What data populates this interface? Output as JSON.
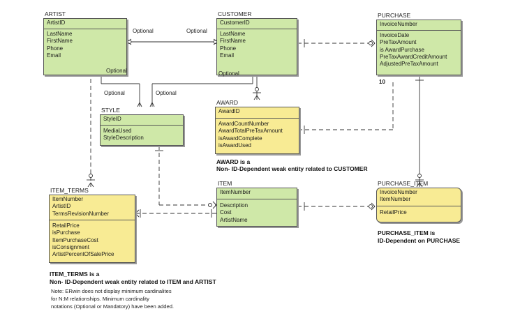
{
  "entities": {
    "artist": {
      "title": "ARTIST",
      "keys": [
        "ArtistID"
      ],
      "attrs": [
        "LastName",
        "FirstName",
        "Phone",
        "Email"
      ],
      "color": "#cfe8a8"
    },
    "customer": {
      "title": "CUSTOMER",
      "keys": [
        "CustomerID"
      ],
      "attrs": [
        "LastName",
        "FirstName",
        "Phone",
        "Email"
      ],
      "color": "#cfe8a8"
    },
    "purchase": {
      "title": "PURCHASE",
      "keys": [
        "InvoiceNumber"
      ],
      "attrs": [
        "InvoiceDate",
        "PreTaxAmount",
        "is AwardPurchase",
        "PreTaxAwardCreditAmount",
        "AdjustedPreTaxAmount"
      ],
      "color": "#cfe8a8"
    },
    "style": {
      "title": "STYLE",
      "keys": [
        "StyleID"
      ],
      "attrs": [
        "MediaUsed",
        "StyleDescription"
      ],
      "color": "#cfe8a8"
    },
    "award": {
      "title": "AWARD",
      "keys": [
        "AwardID"
      ],
      "attrs": [
        "AwardCountNumber",
        "AwardTotalPreTaxAmount",
        "isAwardComplete",
        "isAwardUsed"
      ],
      "color": "#f8eb94"
    },
    "item_terms": {
      "title": "ITEM_TERMS",
      "keys": [
        "ItemNumber",
        "ArtistID",
        "TermsRevisionNumber"
      ],
      "attrs": [
        "RetailPrice",
        "isPurchase",
        "ItemPurchaseCost",
        "isConsignment",
        "ArtistPercentOfSalePrice"
      ],
      "color": "#f8eb94"
    },
    "item": {
      "title": "ITEM",
      "keys": [
        "ItemNumber"
      ],
      "attrs": [
        "Description",
        "Cost",
        "ArtistName"
      ],
      "color": "#cfe8a8"
    },
    "purchase_item": {
      "title": "PURCHASE_ITEM",
      "keys": [
        "InvoiceNumber",
        "ItemNumber"
      ],
      "attrs": [
        "RetailPrice"
      ],
      "color": "#f8eb94"
    }
  },
  "labels": {
    "artist_customer_left": "Optional",
    "artist_customer_right": "Optional",
    "artist_bottom": "Optional",
    "customer_bottom": "Optional",
    "style_left": "Optional",
    "style_right": "Optional",
    "purchase_count": "10"
  },
  "captions": {
    "award_1": "AWARD is a",
    "award_2": "Non- ID-Dependent weak entity related to CUSTOMER",
    "purchase_item_1": "PURCHASE_ITEM is",
    "purchase_item_2": "ID-Dependent on PURCHASE",
    "item_terms_1": "ITEM_TERMS is a",
    "item_terms_2": "Non- ID-Dependent weak entity related to ITEM and ARTIST"
  },
  "note": [
    "Note:  ERwin does not display minimum cardinalites",
    "for N:M relationships. Minimum cardinality",
    "notations (Optional or Mandatory) have been added."
  ]
}
